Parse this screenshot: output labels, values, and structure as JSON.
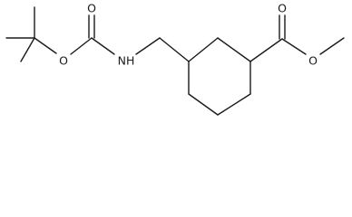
{
  "molecule": {
    "atoms": {
      "o_ester_tbu": "O",
      "o_carbonyl_carbamate": "O",
      "nh": "NH",
      "o_carbonyl_ester": "O",
      "o_ester_methyl": "O"
    }
  },
  "colors": {
    "bond": "#1a1a1a",
    "label": "#1a1a1a",
    "background": "#ffffff"
  }
}
